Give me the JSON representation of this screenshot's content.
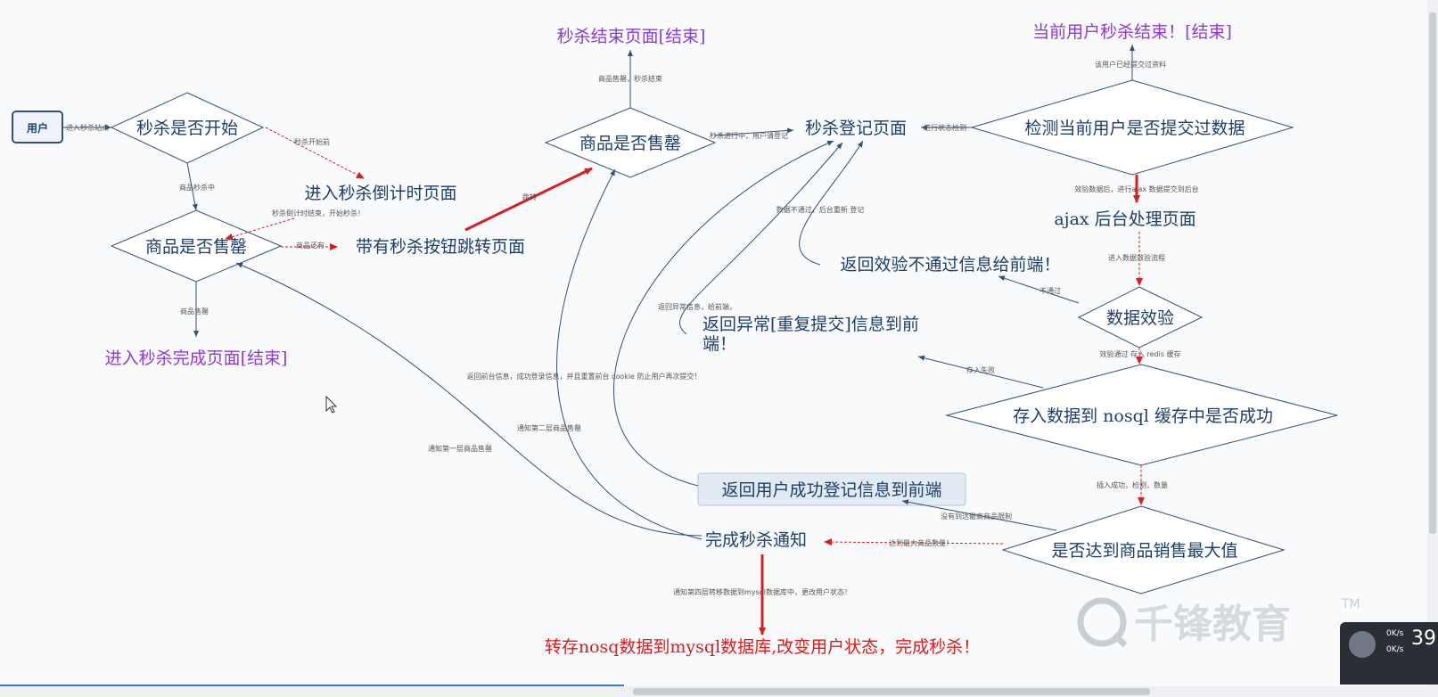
{
  "nodes": {
    "user": "用户",
    "start_check": "秒杀是否开始",
    "countdown_page": "进入秒杀倒计时页面",
    "soldout_check_1": "商品是否售罄",
    "button_page": "带有秒杀按钮跳转页面",
    "complete_page": "进入秒杀完成页面[结束]",
    "end_page": "秒杀结束页面[结束]",
    "soldout_check_2": "商品是否售罄",
    "register_page": "秒杀登记页面",
    "user_end": "当前用户秒杀结束！[结束]",
    "check_submitted": "检测当前用户是否提交过数据",
    "ajax_page": "ajax 后台处理页面",
    "return_invalid": "返回效验不通过信息给前端！",
    "validate": "数据效验",
    "return_dup_l1": "返回异常[重复提交]信息到前",
    "return_dup_l2": "端！",
    "store_nosql": "存入数据到 nosql 缓存中是否成功",
    "return_success": "返回用户成功登记信息到前端",
    "notify_done": "完成秒杀通知",
    "max_reached": "是否达到商品销售最大值",
    "transfer": "转存nosq数据到mysql数据库,改变用户状态，完成秒杀！"
  },
  "edge_labels": {
    "enter_site": "进入秒杀站点",
    "not_started": "秒杀开始前",
    "in_progress": "商品秒杀中",
    "countdown_over": "秒杀倒计时结束，开始秒杀！",
    "in_stock": "商品还有",
    "sold_out": "商品售罄",
    "jump": "跳转",
    "sold_out_end": "商品售罄，秒杀结束",
    "seckill_ongoing": "秒杀进行中，用户请登记",
    "state_check": "进行状态检测",
    "already_submitted": "该用户已经提交过资料",
    "after_verify": "效验数据后，进行ajax 数据提交到后台",
    "validation_flow": "进入数据效验流程",
    "not_passed": "不通过",
    "data_invalid": "数据不通过，后台重新 登记",
    "return_error": "返回异常信息，给前端，",
    "verify_passed": "效验通过 存入 redis 缓存",
    "save_failed": "存入失败",
    "return_front": "返回前台信息，成功登录信息，并且重置前台 cookie 防止用户再次提交！",
    "notify_second": "通知第二层商品售罄",
    "notify_first": "通知第一层商品售罄",
    "insert_ok": "插入成功，检测，数量",
    "not_max": "没有到达最高商品限制",
    "reached_max": "达到最大商品数量！",
    "notify_fourth": "通知第四层转移数据到mysql数据库中，更改用户状态！"
  },
  "watermark": {
    "brand": "千锋教育",
    "tm": "TM"
  },
  "overlay": {
    "speed_up": "0K/s",
    "speed_down": "0K/s",
    "count": "39"
  },
  "colors": {
    "node_text": "#1d3f6b",
    "end_text": "#8e3bd6",
    "red": "#d81e1e",
    "connector": "#34507a"
  }
}
